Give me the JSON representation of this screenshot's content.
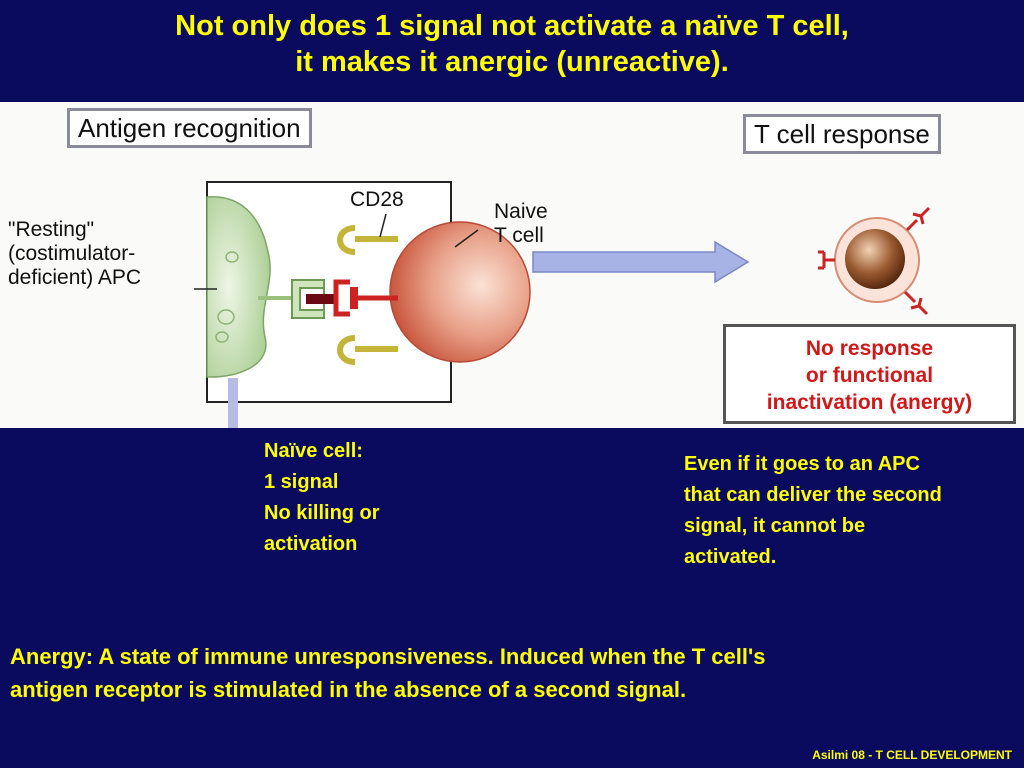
{
  "title": {
    "line1": "Not only does 1 signal not activate a naïve T cell,",
    "line2": "it makes it anergic (unreactive)."
  },
  "figure": {
    "panel_left_label": "Antigen recognition",
    "panel_right_label": "T cell response",
    "cd28_label": "CD28",
    "tcell_label": [
      "Naive",
      "T cell"
    ],
    "apc_label": [
      "\"Resting\"",
      "(costimulator-",
      "deficient) APC"
    ],
    "result_box": [
      "No response",
      "or functional",
      "inactivation (anergy)"
    ]
  },
  "notes": {
    "naive_cell": [
      "Naïve cell:",
      "1 signal",
      "No killing or",
      "activation"
    ],
    "even_if": [
      "Even if it goes to an APC",
      "that can deliver the second",
      "signal, it cannot be",
      "activated."
    ],
    "anergy_definition": [
      "Anergy: A state of immune unresponsiveness. Induced when the T cell's",
      "antigen receptor is stimulated in the absence of a second signal."
    ]
  },
  "footer": "Asilmi  08 - T CELL DEVELOPMENT",
  "colors": {
    "background": "#0a0a5e",
    "heading": "#ffff00",
    "result_text": "#d01818",
    "apc": "#c9e2b6",
    "t_cell": "#e39a80",
    "arrow": "#9aa8de"
  }
}
